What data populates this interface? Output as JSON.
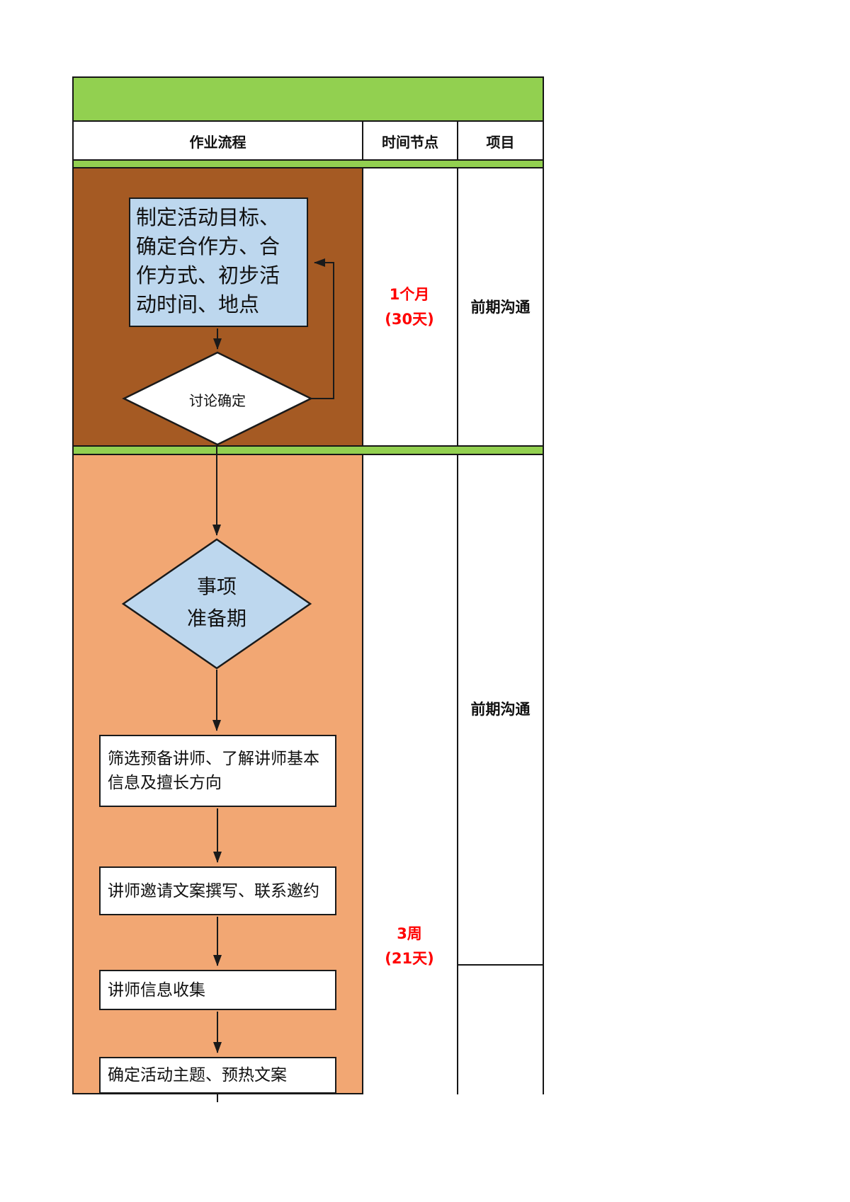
{
  "table": {
    "columns": [
      {
        "label": "作业流程"
      },
      {
        "label": "时间节点"
      },
      {
        "label": "项目"
      }
    ]
  },
  "flowchart": {
    "plan_box_label": "制定活动目标、\n确定合作方、合\n作方式、初步活\n动时间、地点",
    "decision_diamond_label": "讨论确定",
    "phase_diamond_label": "事项\n准备期",
    "step_boxes": [
      "筛选预备讲师、了解讲师基本\n信息及擅长方向",
      "讲师邀请文案撰写、联系邀约",
      "讲师信息收集",
      "确定活动主题、预热文案"
    ]
  },
  "time_column": {
    "section1": "1个月\n(30天)",
    "section2": "3周\n(21天)"
  },
  "project_column": {
    "section1": "前期沟通",
    "section2": "前期沟通"
  },
  "colors": {
    "band_green": "#92d050",
    "section1_brown": "#a55a23",
    "section2_orange": "#f2a773",
    "node_blue": "#bdd7ee",
    "time_red": "#ff0000"
  }
}
